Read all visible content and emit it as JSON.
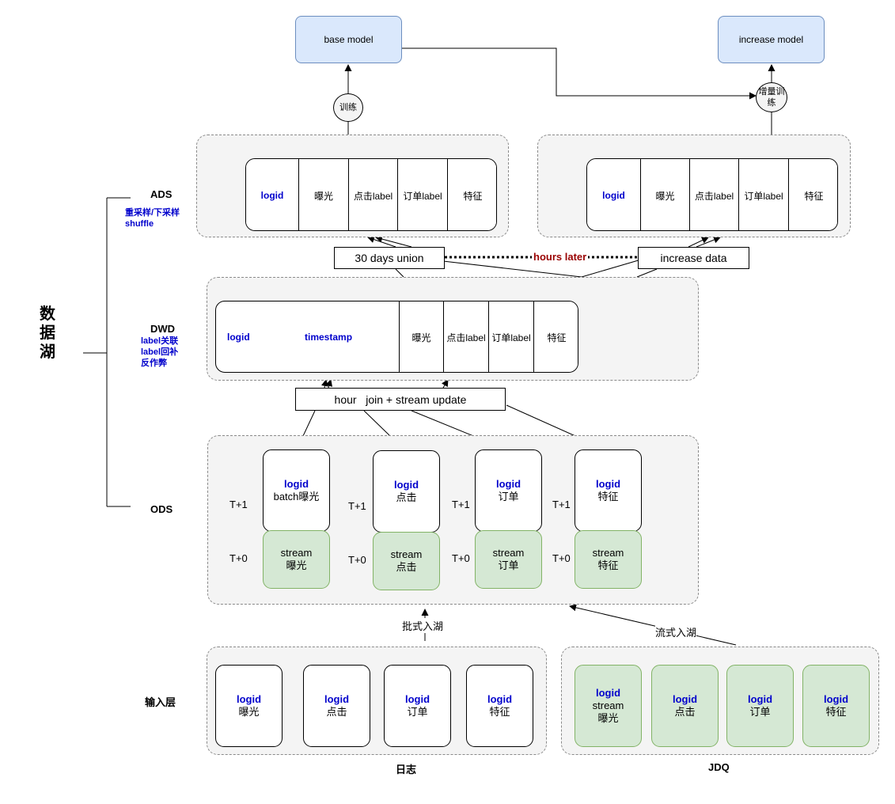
{
  "models": {
    "base": "base model",
    "increase": "increase model"
  },
  "circles": {
    "train": "训练",
    "incr_train": "增量训练"
  },
  "ads_table": {
    "cols": [
      "logid",
      "曝光",
      "点击label",
      "订单label",
      "特征"
    ]
  },
  "dwd_table": {
    "logid": "logid",
    "timestamp": "timestamp",
    "cols": [
      "曝光",
      "点击label",
      "订单label",
      "特征"
    ]
  },
  "boxes": {
    "union": "30 days union",
    "increase": "increase data",
    "hours_later": "hours later",
    "hour_join": "hour   join + stream update"
  },
  "layers": {
    "lake": "数据湖",
    "ads": "ADS",
    "ads_sub": [
      "重采样/下采样",
      "shuffle"
    ],
    "dwd": "DWD",
    "dwd_sub": [
      "label关联",
      "label回补",
      "反作弊"
    ],
    "ods": "ODS",
    "input": "输入层"
  },
  "ods": {
    "t1": "T+1",
    "t0": "T+0",
    "batch": [
      {
        "key": "logid",
        "name": "batch曝光"
      },
      {
        "key": "logid",
        "name": "点击"
      },
      {
        "key": "logid",
        "name": "订单"
      },
      {
        "key": "logid",
        "name": "特征"
      }
    ],
    "stream": [
      {
        "line1": "stream",
        "line2": "曝光"
      },
      {
        "line1": "stream",
        "line2": "点击"
      },
      {
        "line1": "stream",
        "line2": "订单"
      },
      {
        "line1": "stream",
        "line2": "特征"
      }
    ]
  },
  "edges": {
    "batch_in": "批式入湖",
    "stream_in": "流式入湖"
  },
  "input": {
    "log": [
      {
        "key": "logid",
        "name": "曝光"
      },
      {
        "key": "logid",
        "name": "点击"
      },
      {
        "key": "logid",
        "name": "订单"
      },
      {
        "key": "logid",
        "name": "特征"
      }
    ],
    "jdq": [
      {
        "key": "logid",
        "name": "stream\n曝光"
      },
      {
        "key": "logid",
        "name": "点击"
      },
      {
        "key": "logid",
        "name": "订单"
      },
      {
        "key": "logid",
        "name": "特征"
      }
    ],
    "log_label": "日志",
    "jdq_label": "JDQ"
  },
  "colors": {
    "model_fill": "#dae8fc",
    "stream_fill": "#d5e8d4",
    "key_text": "#0000cc",
    "hours_later": "#990000"
  }
}
